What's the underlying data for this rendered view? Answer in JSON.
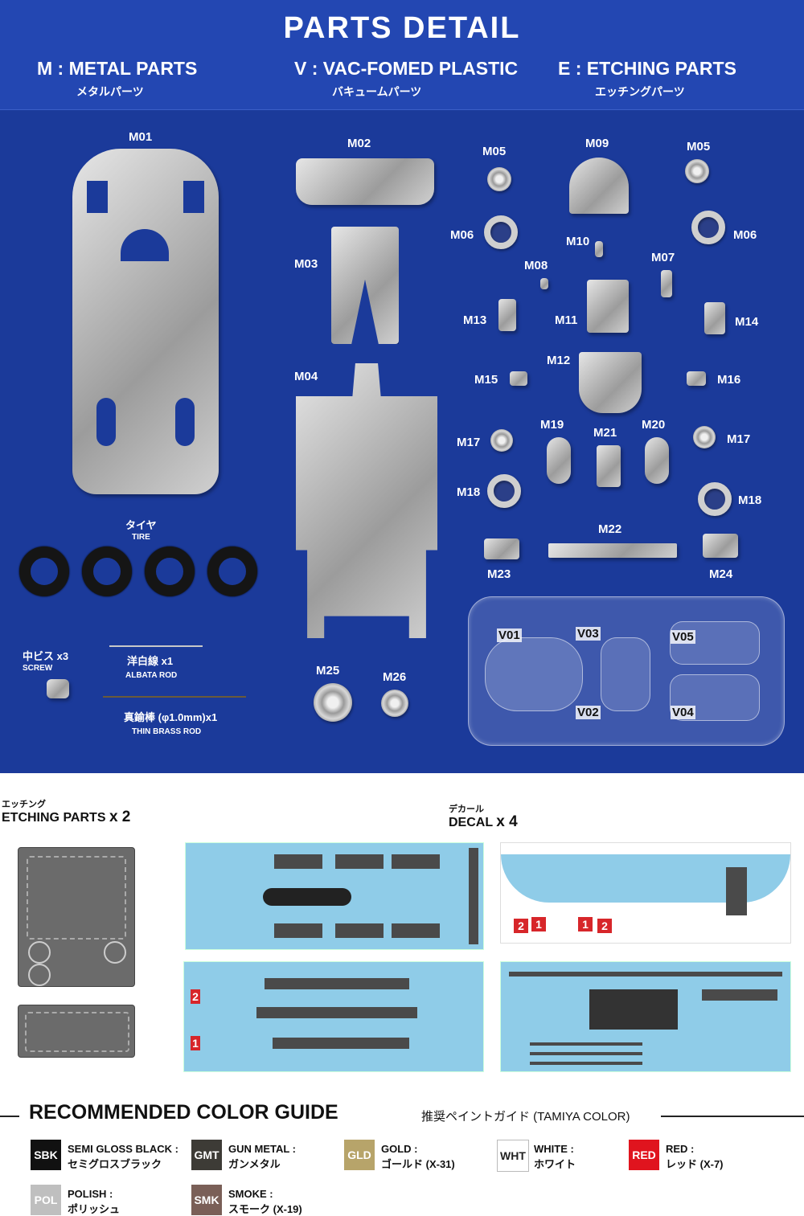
{
  "header": {
    "title": "PARTS DETAIL",
    "metal": {
      "label": "M : METAL PARTS",
      "jp": "メタルパーツ"
    },
    "vac": {
      "label": "V : VAC-FOMED PLASTIC",
      "jp": "バキュームパーツ"
    },
    "etch": {
      "label": "E : ETCHING PARTS",
      "jp": "エッチングパーツ"
    }
  },
  "parts": {
    "m01": "M01",
    "m02": "M02",
    "m03": "M03",
    "m04": "M04",
    "m05a": "M05",
    "m05b": "M05",
    "m06a": "M06",
    "m06b": "M06",
    "m07": "M07",
    "m08": "M08",
    "m09": "M09",
    "m10": "M10",
    "m11": "M11",
    "m12": "M12",
    "m13": "M13",
    "m14": "M14",
    "m15": "M15",
    "m16": "M16",
    "m17a": "M17",
    "m17b": "M17",
    "m18a": "M18",
    "m18b": "M18",
    "m19": "M19",
    "m20": "M20",
    "m21": "M21",
    "m22": "M22",
    "m23": "M23",
    "m24": "M24",
    "m25": "M25",
    "m26": "M26",
    "v01": "V01",
    "v02": "V02",
    "v03": "V03",
    "v04": "V04",
    "v05": "V05"
  },
  "extras": {
    "tire_jp": "タイヤ",
    "tire": "TIRE",
    "screw_jp": "中ビス x3",
    "screw": "SCREW",
    "albata_jp": "洋白線 x1",
    "albata": "ALBATA ROD",
    "brass_jp": "真鍮棒 (φ1.0mm)x1",
    "brass": "THIN BRASS ROD"
  },
  "etching": {
    "jp": "エッチング",
    "label": "ETCHING PARTS",
    "qty": "x 2"
  },
  "decal": {
    "jp": "デカール",
    "label": "DECAL",
    "qty": "x 4",
    "numbers": [
      "2",
      "1",
      "1",
      "2",
      "2",
      "1"
    ]
  },
  "color_guide": {
    "title": "RECOMMENDED COLOR GUIDE",
    "subtitle": "推奨ペイントガイド (TAMIYA COLOR)",
    "colors": [
      {
        "code": "SBK",
        "name": "SEMI GLOSS BLACK :",
        "jp": "セミグロスブラック",
        "ref": "",
        "color": "#111111"
      },
      {
        "code": "GMT",
        "name": "GUN METAL :",
        "jp": "ガンメタル",
        "ref": "",
        "color": "#3d3b36"
      },
      {
        "code": "GLD",
        "name": "GOLD :",
        "jp": "ゴールド",
        "ref": "(X-31)",
        "color": "#b7a46a"
      },
      {
        "code": "WHT",
        "name": "WHITE :",
        "jp": "ホワイト",
        "ref": "",
        "color": "#ffffff"
      },
      {
        "code": "RED",
        "name": "RED :",
        "jp": "レッド",
        "ref": "(X-7)",
        "color": "#e0141e"
      },
      {
        "code": "POL",
        "name": "POLISH :",
        "jp": "ポリッシュ",
        "ref": "",
        "color": "#bfbfbf"
      },
      {
        "code": "SMK",
        "name": "SMOKE :",
        "jp": "スモーク",
        "ref": "(X-19)",
        "color": "#7a5f57"
      }
    ]
  }
}
